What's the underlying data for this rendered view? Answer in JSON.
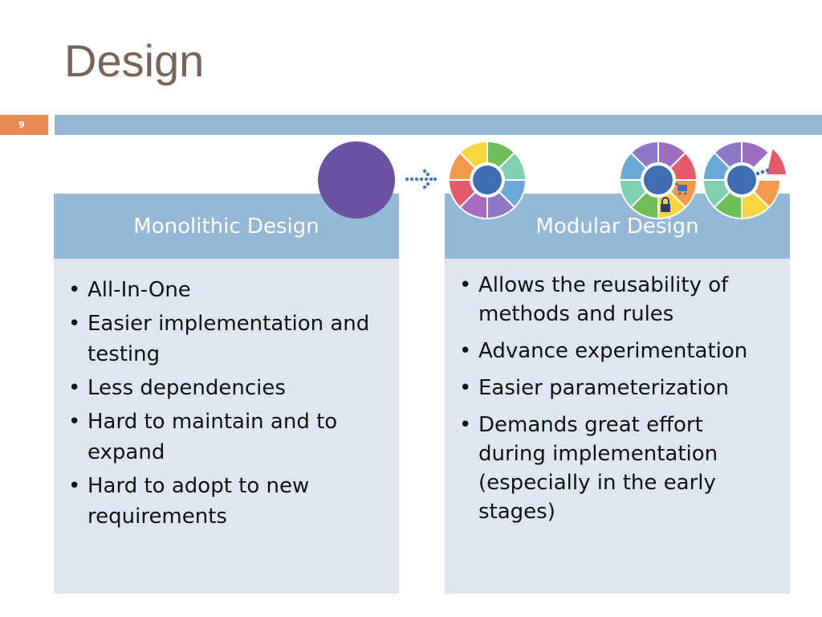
{
  "slide": {
    "title": "Design",
    "slide_number": "9"
  },
  "panels": {
    "monolithic": {
      "header": "Monolithic Design",
      "bullets": [
        "All-In-One",
        "Easier implementation and testing",
        "Less dependencies",
        "Hard to maintain and to expand",
        "Hard to adopt to new requirements"
      ]
    },
    "modular": {
      "header": "Modular Design",
      "bullets": [
        "Allows the reusability of methods and rules",
        "Advance experimentation",
        "Easier parameterization",
        "Demands great effort during implementation (especially in the early stages)"
      ]
    }
  },
  "colors": {
    "title": "#7a6457",
    "accent_orange": "#e58b51",
    "accent_blue": "#95b8d6",
    "panel_bg": "#dfe6ef",
    "monolith_purple": "#6b52a3",
    "hub_blue": "#3e6db4"
  },
  "icons": [
    "monolith-circle-icon",
    "dotted-arrow-icon",
    "modular-wheel-icon",
    "cart-icon",
    "lock-icon",
    "exploded-wheel-icon"
  ]
}
